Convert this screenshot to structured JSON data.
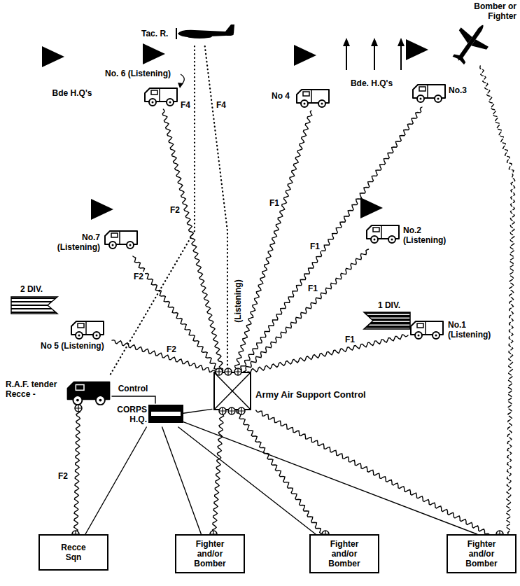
{
  "diagram": {
    "nodes": [
      {
        "text": [
          "Tac. R."
        ]
      },
      {
        "text": [
          "Bomber or Fighter"
        ]
      },
      {
        "text": [
          "No. 6 (Listening)"
        ]
      },
      {
        "text": [
          "No 4"
        ]
      },
      {
        "text": [
          "No.3"
        ]
      },
      {
        "text": [
          "No.7 (Listening)"
        ]
      },
      {
        "text": [
          "No.2 (Listening)"
        ]
      },
      {
        "text": [
          "No 5 (Listening)"
        ]
      },
      {
        "text": [
          "No.1 (Listening)"
        ]
      },
      {
        "text": [
          "R.A.F. tender Recce -"
        ]
      },
      {
        "text": [
          "CORPS H.Q."
        ]
      },
      {
        "text": [
          "Army Air Support Control"
        ]
      },
      {
        "text": [
          "Recce Sqn"
        ]
      },
      {
        "text": [
          "Fighter and/or Bomber"
        ]
      },
      {
        "text": [
          "Fighter and/or Bomber"
        ]
      },
      {
        "text": [
          "Fighter and/or Bomber"
        ]
      }
    ],
    "edges": [
      {
        "from": 11,
        "to": 2,
        "arrow": "none",
        "label": "F2"
      },
      {
        "from": 11,
        "to": 5,
        "arrow": "none",
        "label": "F2"
      },
      {
        "from": 11,
        "to": 7,
        "arrow": "none",
        "label": "F2"
      },
      {
        "from": 11,
        "to": 3,
        "arrow": "none",
        "label": "F1"
      },
      {
        "from": 11,
        "to": 4,
        "arrow": "none",
        "label": "F1"
      },
      {
        "from": 11,
        "to": 6,
        "arrow": "none",
        "label": "F1"
      },
      {
        "from": 11,
        "to": 8,
        "arrow": "none",
        "label": "F1"
      },
      {
        "from": 0,
        "to": 11,
        "arrow": "none",
        "label": "F4"
      },
      {
        "from": 0,
        "to": 9,
        "arrow": "none",
        "label": "F4"
      },
      {
        "from": 9,
        "to": 12,
        "arrow": "none",
        "label": "F2"
      },
      {
        "from": 9,
        "to": 10,
        "arrow": "none",
        "label": "Control"
      },
      {
        "from": 10,
        "to": 11,
        "arrow": "none"
      },
      {
        "from": 10,
        "to": 12,
        "arrow": "none"
      },
      {
        "from": 10,
        "to": 13,
        "arrow": "none"
      },
      {
        "from": 10,
        "to": 14,
        "arrow": "none"
      },
      {
        "from": 10,
        "to": 15,
        "arrow": "none"
      },
      {
        "from": 11,
        "to": 13,
        "arrow": "none"
      },
      {
        "from": 11,
        "to": 14,
        "arrow": "none"
      },
      {
        "from": 11,
        "to": 15,
        "arrow": "none"
      },
      {
        "from": 1,
        "to": 15,
        "arrow": "none"
      }
    ],
    "labels": [
      "Bde H.Q's",
      "Bde. H.Q's",
      "2 DIV.",
      "1 DIV.",
      "(Listening)"
    ]
  }
}
